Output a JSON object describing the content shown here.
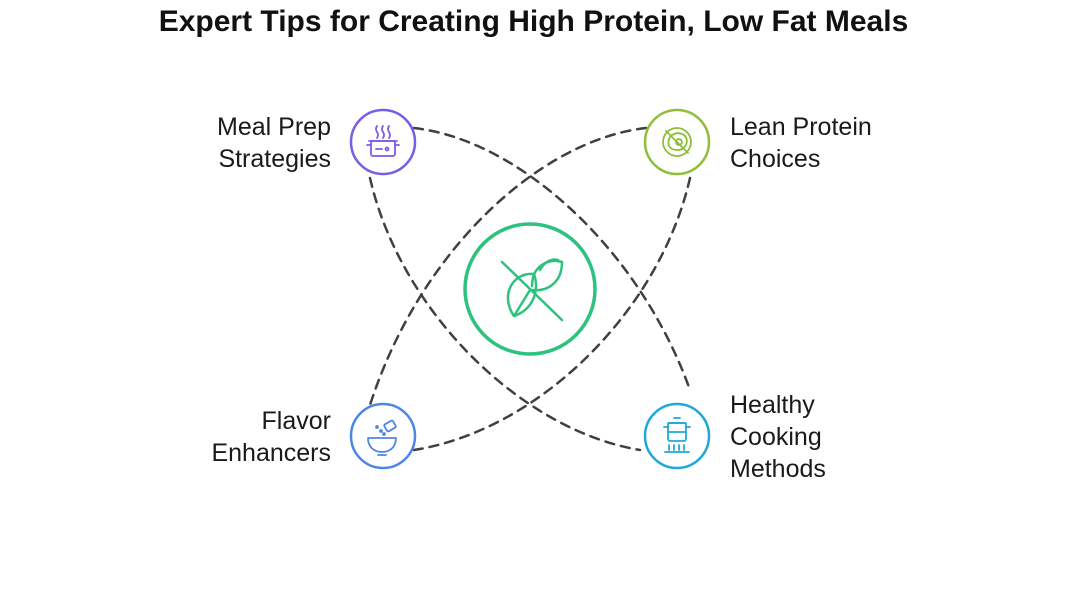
{
  "title": "Expert Tips for Creating High Protein, Low Fat Meals",
  "colors": {
    "meal_prep": "#7b5ce6",
    "lean_protein": "#8fbf3a",
    "flavor": "#4f86e6",
    "healthy_cooking": "#1fa8d8",
    "center": "#2ec27e",
    "dash": "#404040"
  },
  "center": {
    "icon": "no-fat-leaf-icon"
  },
  "items": [
    {
      "id": "meal",
      "lines": [
        "Meal Prep",
        "Strategies"
      ],
      "icon": "cooking-pot-icon"
    },
    {
      "id": "lean",
      "lines": [
        "Lean Protein",
        "Choices"
      ],
      "icon": "no-fat-meat-icon"
    },
    {
      "id": "flavor",
      "lines": [
        "Flavor",
        "Enhancers"
      ],
      "icon": "seasoning-bowl-icon"
    },
    {
      "id": "healthy",
      "lines": [
        "Healthy",
        "Cooking",
        "Methods"
      ],
      "icon": "steamer-icon"
    }
  ]
}
